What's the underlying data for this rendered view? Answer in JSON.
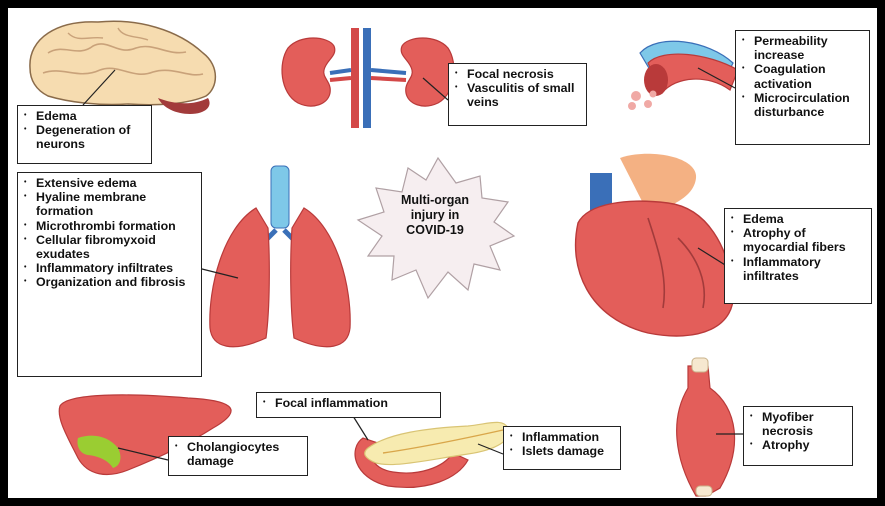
{
  "center": {
    "lines": [
      "Multi-organ",
      "injury in",
      "COVID-19"
    ]
  },
  "organs": {
    "brain": {
      "icon": "brain-icon",
      "findings": [
        "Edema",
        "Degeneration of neurons"
      ]
    },
    "kidney": {
      "icon": "kidney-icon",
      "findings": [
        "Focal necrosis",
        "Vasculitis of small veins"
      ]
    },
    "vessel": {
      "icon": "blood-vessel-icon",
      "findings": [
        "Permeability increase",
        "Coagulation activation",
        "Microcirculation disturbance"
      ]
    },
    "lung": {
      "icon": "lungs-icon",
      "findings": [
        "Extensive edema",
        "Hyaline membrane formation",
        "Microthrombi formation",
        "Cellular fibromyxoid exudates",
        "Inflammatory infiltrates",
        "Organization and fibrosis"
      ]
    },
    "heart": {
      "icon": "heart-icon",
      "findings": [
        "Edema",
        "Atrophy of myocardial fibers",
        "Inflammatory infiltrates"
      ]
    },
    "liver": {
      "icon": "liver-icon",
      "findings": [
        "Cholangiocytes damage"
      ]
    },
    "pancreas_top": {
      "findings": [
        "Focal inflammation"
      ]
    },
    "pancreas": {
      "icon": "pancreas-icon",
      "findings": [
        "Inflammation",
        "Islets damage"
      ]
    },
    "muscle": {
      "icon": "muscle-icon",
      "findings": [
        "Myofiber necrosis",
        "Atrophy"
      ]
    }
  },
  "colors": {
    "organ_red": "#e35e5a",
    "organ_dark": "#b93a3a",
    "brain_beige": "#f6dcb0",
    "vein_blue": "#3a6fb8",
    "trachea_blue": "#7ec8e8",
    "pancreas_yellow": "#f7ebb0",
    "star_fill": "#f6eef0"
  }
}
